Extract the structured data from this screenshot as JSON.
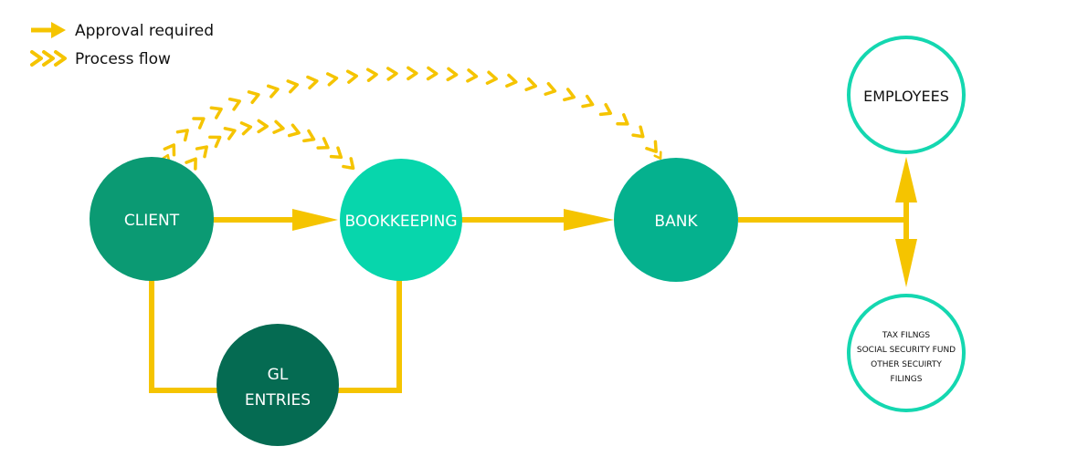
{
  "legend": {
    "approval_required": "Approval required",
    "process_flow": "Process flow"
  },
  "nodes": {
    "client": "CLIENT",
    "bookkeeping": "BOOKKEEPING",
    "bank": "BANK",
    "gl_line1": "GL",
    "gl_line2": "ENTRIES",
    "employees": "EMPLOYEES",
    "filings_line1": "TAX FILNGS",
    "filings_line2": "SOCIAL SECURITY FUND",
    "filings_line3": "OTHER SECUIRTY",
    "filings_line4": "FILINGS"
  },
  "colors": {
    "arrow": "#F5C400",
    "client": "#0B9A73",
    "bookkeeping": "#07D6AC",
    "bank": "#05B18E",
    "gl_entries": "#056B52",
    "outline": "#14D7B0"
  }
}
